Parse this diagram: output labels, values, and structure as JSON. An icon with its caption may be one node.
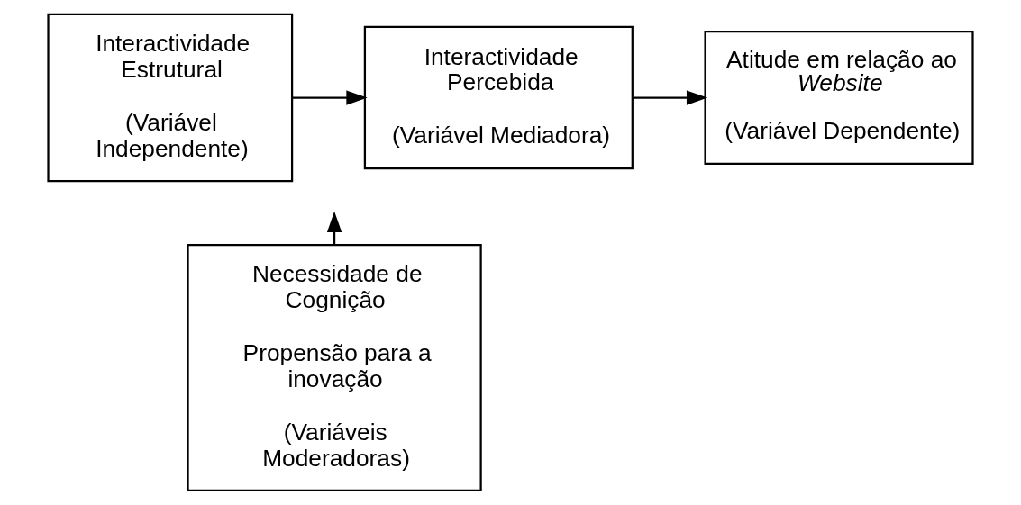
{
  "diagram": {
    "nodes": [
      {
        "text": [
          "Interactividade Estrutural",
          "(Variável Independente)"
        ]
      },
      {
        "text": [
          "Interactividade Percebida",
          "(Variável Mediadora)"
        ]
      },
      {
        "text": [
          "Atitude em relação ao *Website*",
          "(Variável Dependente)"
        ]
      },
      {
        "text": [
          "Necessidade de Cognição",
          "Propensão para a inovação",
          "(Variáveis Moderadoras)"
        ]
      }
    ],
    "edges": [
      {
        "from": 0,
        "to": 1,
        "arrow": "to"
      },
      {
        "from": 1,
        "to": 2,
        "arrow": "to"
      },
      {
        "from": 3,
        "to": null,
        "arrow": "to"
      }
    ]
  }
}
